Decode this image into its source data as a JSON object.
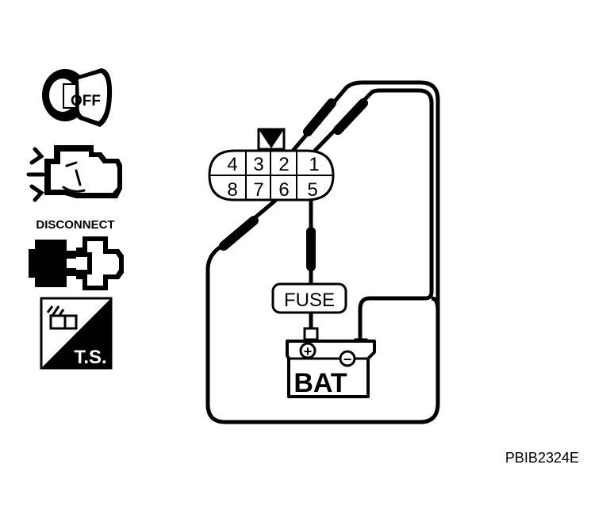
{
  "icons": {
    "key_label": "OFF",
    "disconnect_label": "DISCONNECT",
    "ts_label": "T.S."
  },
  "connector": {
    "pins_top": [
      "4",
      "3",
      "2",
      "1"
    ],
    "pins_bottom": [
      "8",
      "7",
      "6",
      "5"
    ]
  },
  "fuse_label": "FUSE",
  "battery": {
    "label": "BAT",
    "plus_symbol": "+",
    "minus_symbol": "−"
  },
  "figure_id": "PBIB2324E"
}
